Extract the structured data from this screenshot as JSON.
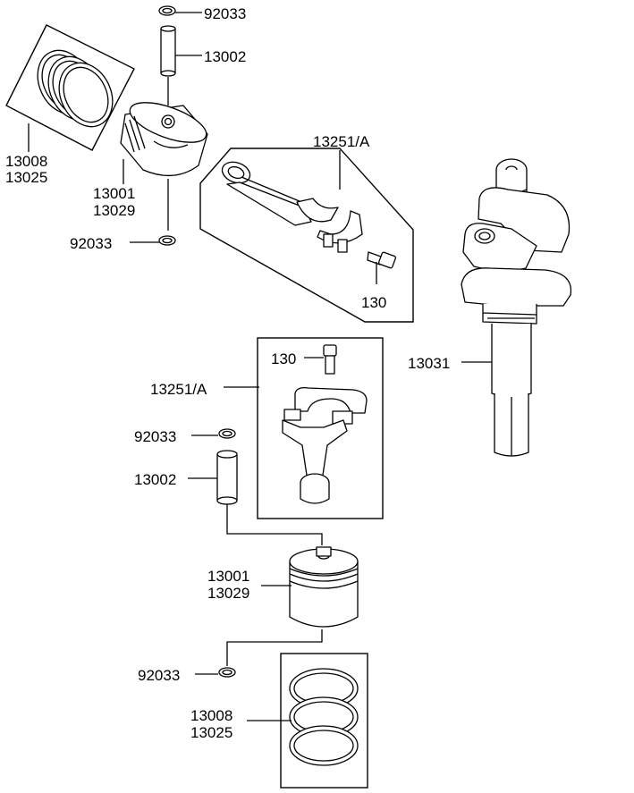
{
  "labels": {
    "circlip_top": "92033",
    "pin_top": "13002",
    "rings_top_1": "13008",
    "rings_top_2": "13025",
    "piston_top_1": "13001",
    "piston_top_2": "13029",
    "circlip_top_lower": "92033",
    "conrod_top": "13251/A",
    "bolt_top": "130",
    "crankshaft": "13031",
    "bolt_mid": "130",
    "conrod_mid": "13251/A",
    "circlip_mid": "92033",
    "pin_mid": "13002",
    "piston_mid_1": "13001",
    "piston_mid_2": "13029",
    "circlip_bottom": "92033",
    "rings_bottom_1": "13008",
    "rings_bottom_2": "13025"
  }
}
